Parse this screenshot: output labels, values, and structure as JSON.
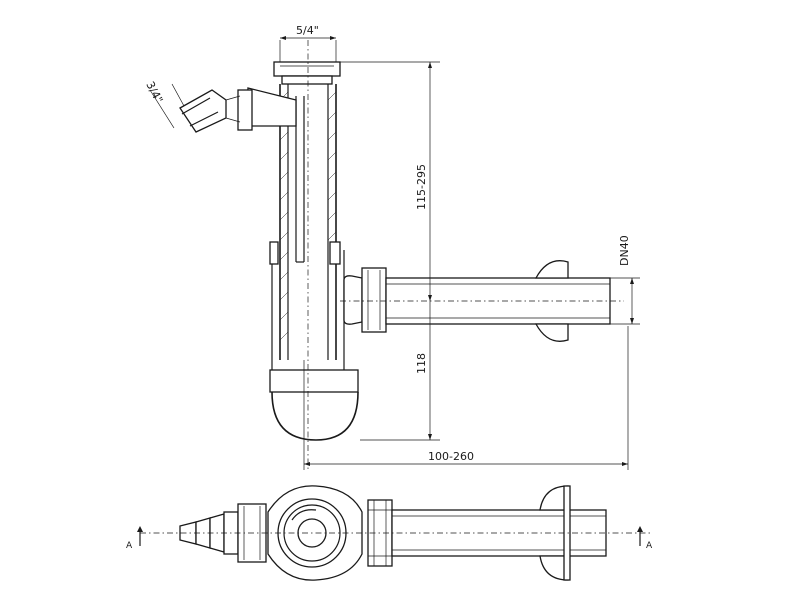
{
  "dimensions": {
    "top_pipe_diameter": "5/4\"",
    "hose_connector": "3/4\"",
    "upper_height": "115-295",
    "lower_height": "118",
    "horizontal_length": "100-260",
    "outlet_diameter": "DN40"
  },
  "section": {
    "marker_left": "A",
    "marker_right": "A"
  }
}
